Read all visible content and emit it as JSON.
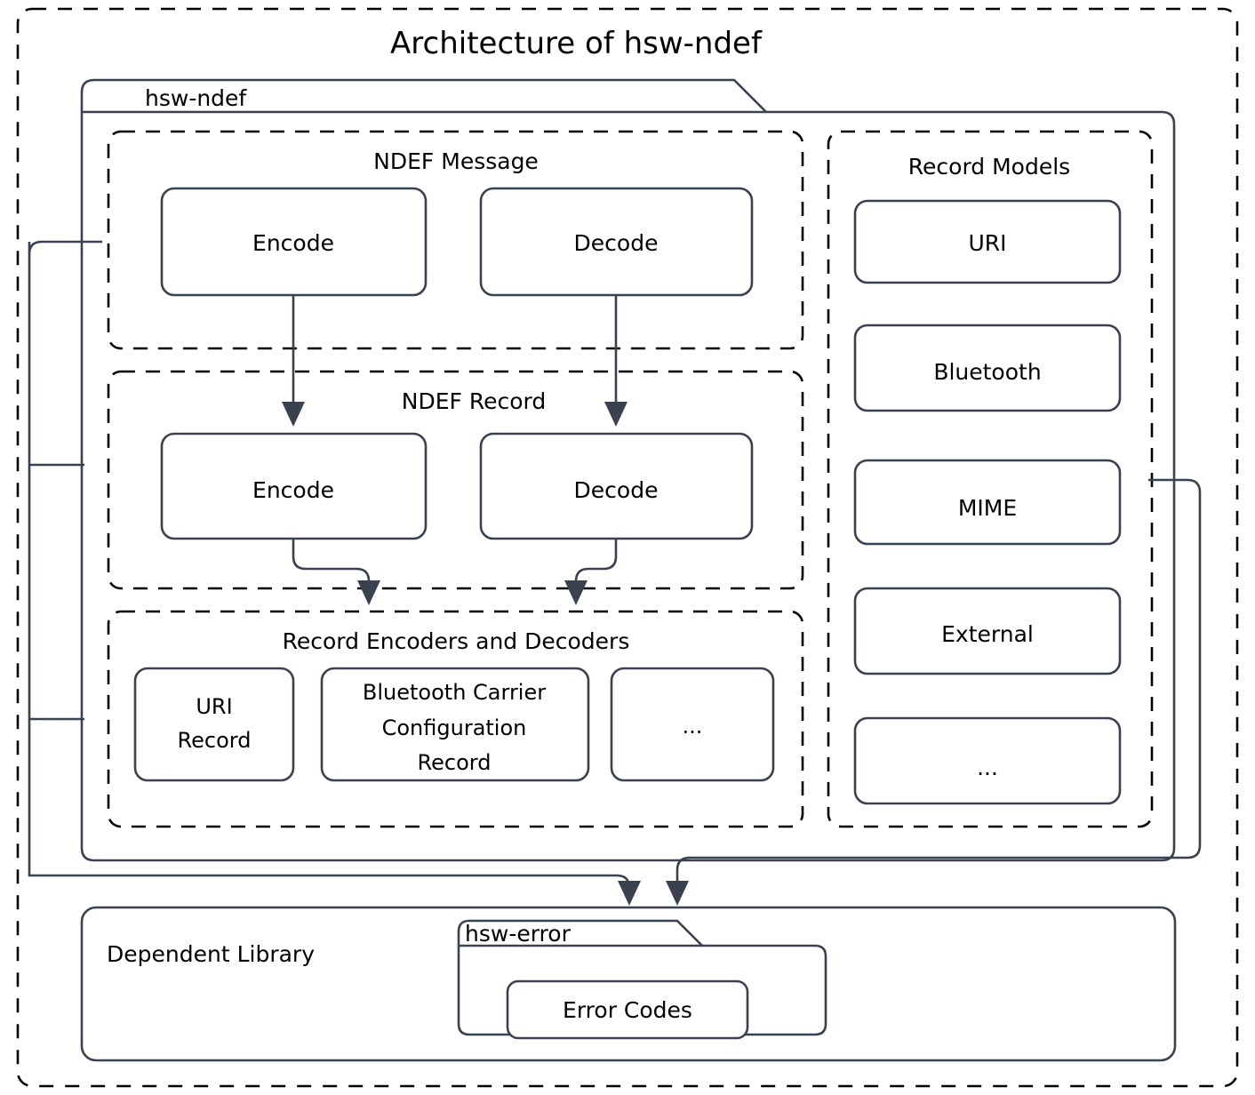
{
  "title": "Architecture of hsw-ndef",
  "packages": {
    "main": {
      "label": "hsw-ndef"
    },
    "error": {
      "label": "hsw-error",
      "items": [
        {
          "label": "Error Codes"
        }
      ]
    }
  },
  "groups": {
    "ndef_message": {
      "label": "NDEF Message",
      "boxes": [
        {
          "label": "Encode"
        },
        {
          "label": "Decode"
        }
      ]
    },
    "ndef_record": {
      "label": "NDEF Record",
      "boxes": [
        {
          "label": "Encode"
        },
        {
          "label": "Decode"
        }
      ]
    },
    "record_codecs": {
      "label": "Record Encoders and Decoders",
      "boxes": [
        {
          "line1": "URI",
          "line2": "Record"
        },
        {
          "line1": "Bluetooth Carrier",
          "line2": "Configuration",
          "line3": "Record"
        },
        {
          "line1": "..."
        }
      ]
    },
    "record_models": {
      "label": "Record Models",
      "boxes": [
        {
          "label": "URI"
        },
        {
          "label": "Bluetooth"
        },
        {
          "label": "MIME"
        },
        {
          "label": "External"
        },
        {
          "label": "..."
        }
      ]
    }
  },
  "dependent_library": {
    "label": "Dependent Library"
  },
  "colors": {
    "stroke_solid": "#3a4150",
    "stroke_dashed": "#000000",
    "background": "#ffffff",
    "text": "#000000"
  }
}
